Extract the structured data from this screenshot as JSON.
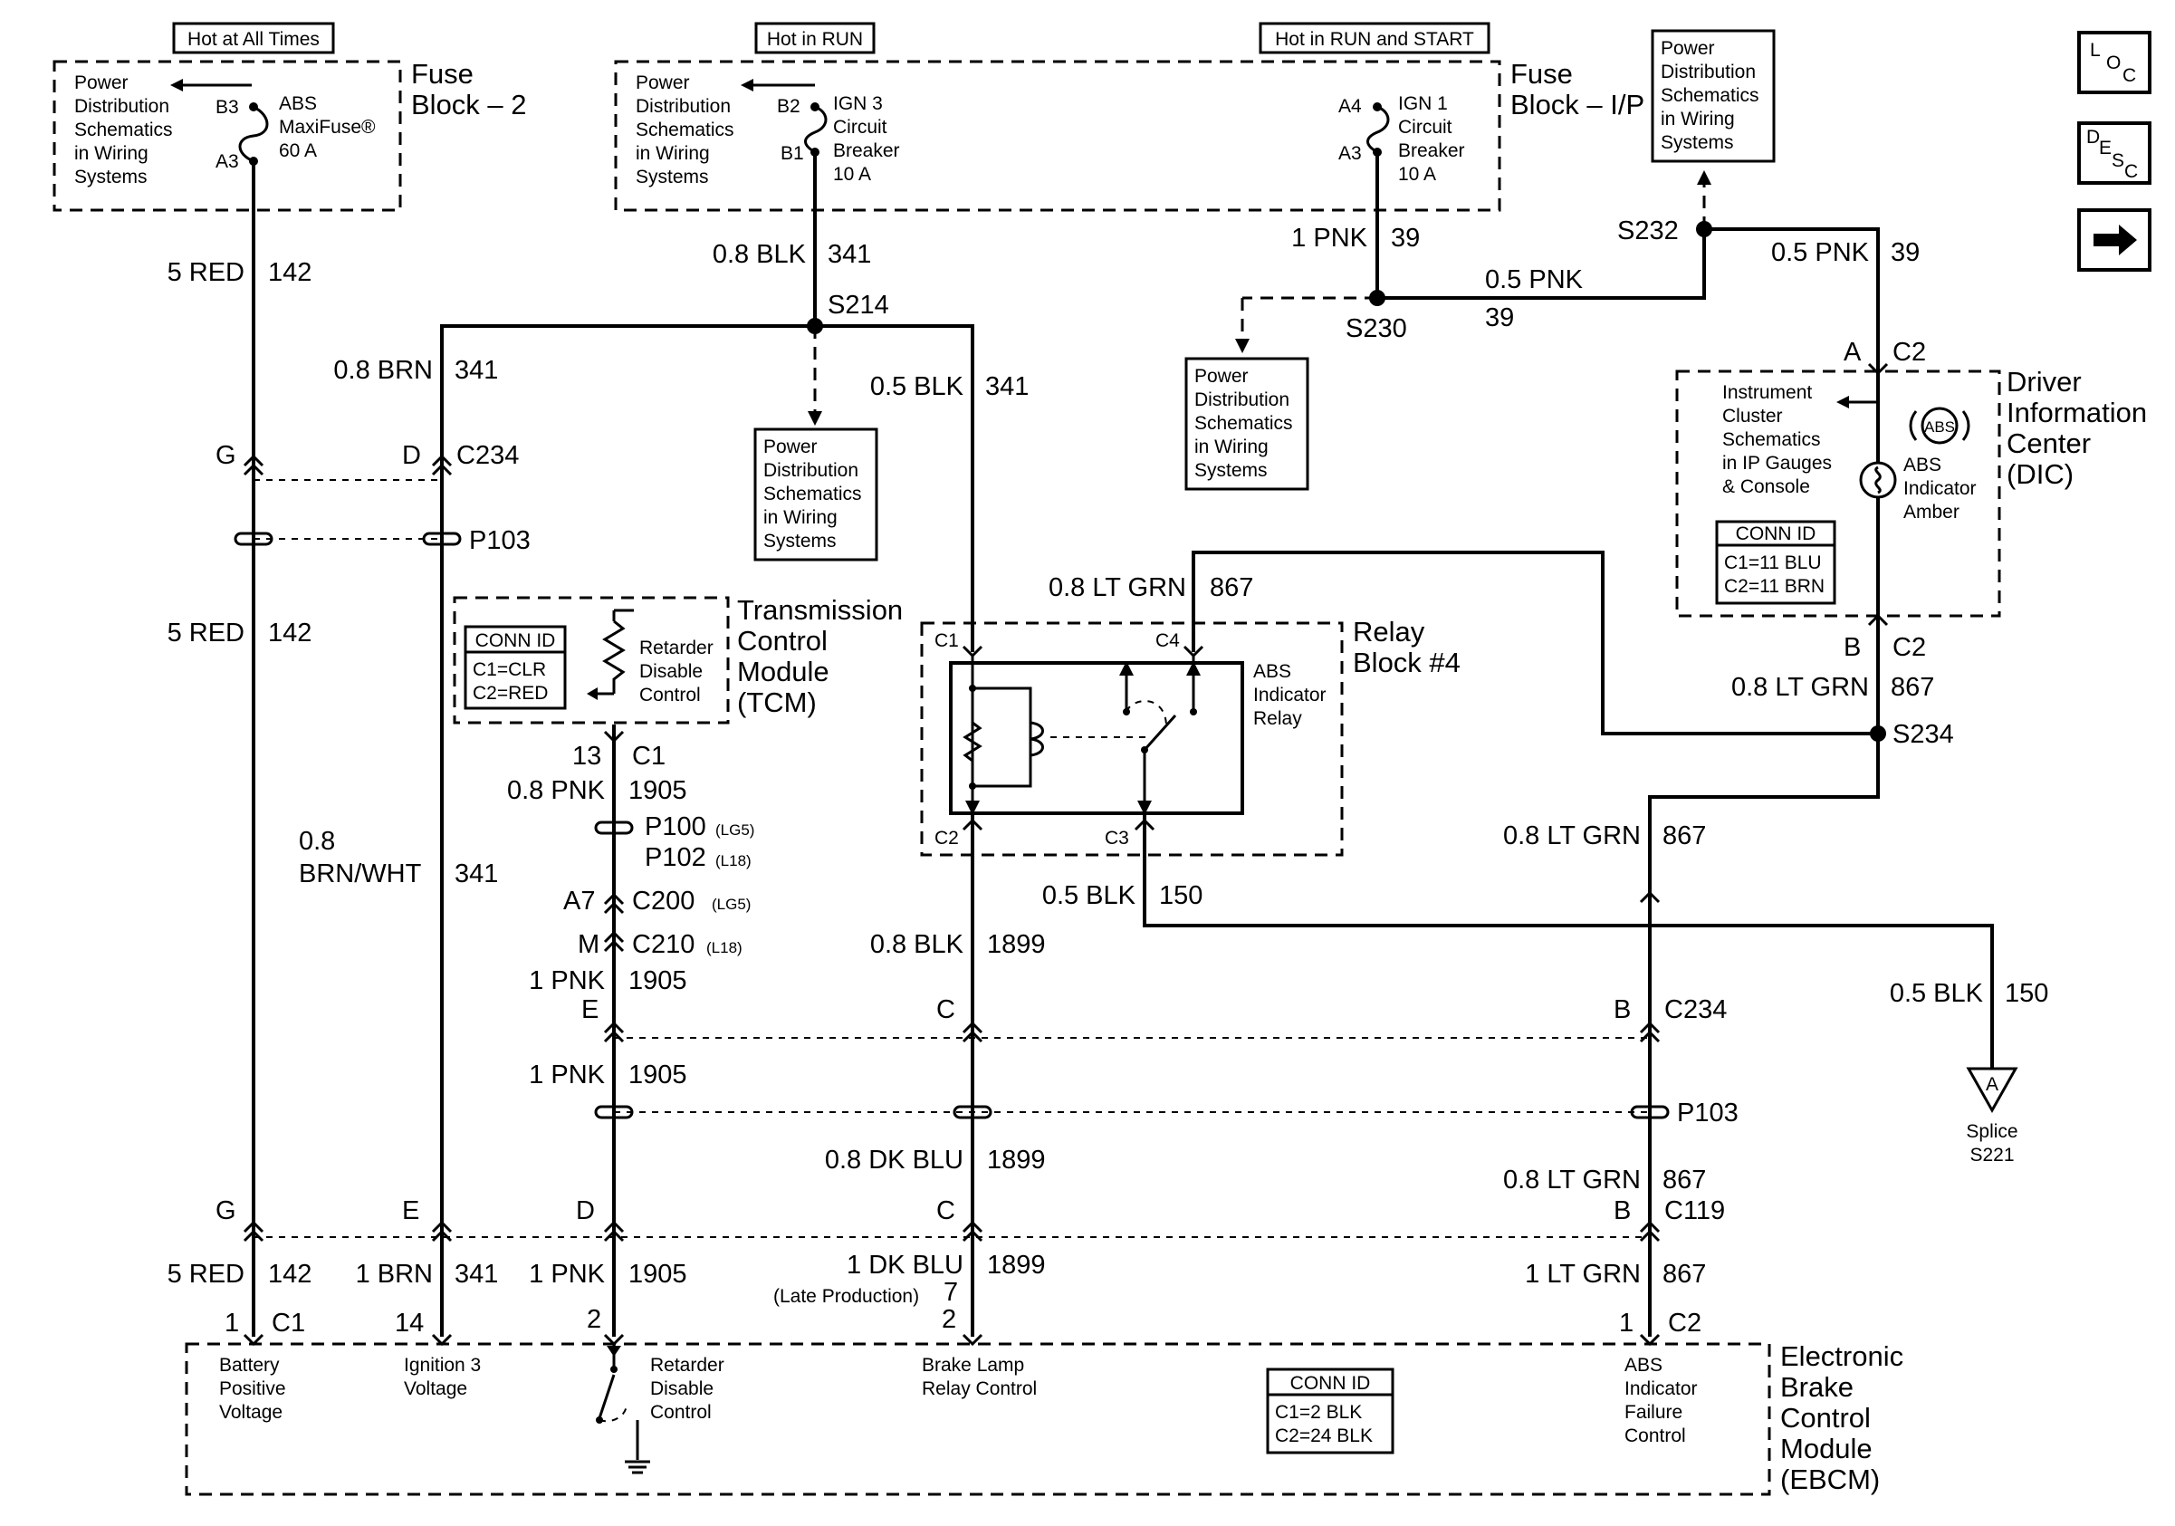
{
  "supply": {
    "hot_all_times": "Hot at All Times",
    "hot_in_run": "Hot in RUN",
    "hot_run_start": "Hot in RUN and START",
    "fuse_block_2": [
      "Fuse",
      "Block – 2"
    ],
    "fuse_block_ip": [
      "Fuse",
      "Block – I/P"
    ],
    "pds": [
      "Power",
      "Distribution",
      "Schematics",
      "in Wiring",
      "Systems"
    ],
    "abs_fuse": {
      "pin_top": "B3",
      "pin_bottom": "A3",
      "lines": [
        "ABS",
        "MaxiFuse®",
        "60 A"
      ]
    },
    "ign3": {
      "pin_top": "B2",
      "pin_bottom": "B1",
      "lines": [
        "IGN 3",
        "Circuit",
        "Breaker",
        "10 A"
      ]
    },
    "ign1": {
      "pin_top": "A4",
      "pin_bottom": "A3",
      "lines": [
        "IGN 1",
        "Circuit",
        "Breaker",
        "10 A"
      ]
    }
  },
  "wires": {
    "w142": {
      "gauge": "5 RED",
      "circuit": "142"
    },
    "w341_blk": {
      "gauge": "0.8 BLK",
      "circuit": "341"
    },
    "w341_brn": {
      "gauge": "0.8 BRN",
      "circuit": "341"
    },
    "w341_blk05": {
      "gauge": "0.5 BLK",
      "circuit": "341"
    },
    "w341_brnwht": {
      "gauge_1": "0.8",
      "gauge_2": "BRN/WHT",
      "circuit": "341"
    },
    "w39_1pnk": {
      "gauge": "1 PNK",
      "circuit": "39"
    },
    "w39_05pnk": {
      "gauge": "0.5 PNK",
      "circuit": "39"
    },
    "w39_b": {
      "circuit": "39"
    },
    "w39_right": {
      "gauge": "0.5 PNK",
      "circuit": "39"
    },
    "w867_top": {
      "gauge": "0.8 LT GRN",
      "circuit": "867"
    },
    "w867_dic": {
      "gauge": "0.8 LT GRN",
      "circuit": "867"
    },
    "w867_mid": {
      "gauge": "0.8 LT GRN",
      "circuit": "867"
    },
    "w867_low": {
      "gauge": "0.8 LT GRN",
      "circuit": "867"
    },
    "w867_bot": {
      "gauge": "1 LT GRN",
      "circuit": "867"
    },
    "w150": {
      "gauge": "0.5 BLK",
      "circuit": "150"
    },
    "w150_r": {
      "gauge": "0.5 BLK",
      "circuit": "150"
    },
    "w1905_a": {
      "gauge": "0.8 PNK",
      "circuit": "1905"
    },
    "w1905_b": {
      "gauge": "1 PNK",
      "circuit": "1905"
    },
    "w1905_c": {
      "gauge": "1 PNK",
      "circuit": "1905"
    },
    "w1905_d": {
      "gauge": "1 PNK",
      "circuit": "1905"
    },
    "w1899_a": {
      "gauge": "0.8 BLK",
      "circuit": "1899"
    },
    "w1899_b": {
      "gauge": "0.8 DK BLU",
      "circuit": "1899"
    },
    "w1899_c": {
      "gauge": "1 DK BLU",
      "circuit": "1899"
    },
    "w142_b": {
      "gauge": "5 RED",
      "circuit": "142"
    },
    "w142_c": {
      "gauge": "5 RED",
      "circuit": "142"
    },
    "w341_c": {
      "gauge": "1 BRN",
      "circuit": "341"
    }
  },
  "splices": {
    "s214": "S214",
    "s230": "S230",
    "s232": "S232",
    "s234": "S234"
  },
  "connectors": {
    "c234_top": {
      "name": "C234",
      "pin_g": "G",
      "pin_d": "D"
    },
    "p103": "P103",
    "c234_bot": {
      "name": "C234",
      "pin_e": "E",
      "pin_c": "C",
      "pin_b": "B"
    },
    "c119": {
      "name": "C119",
      "pin_g": "G",
      "pin_e": "E",
      "pin_d": "D",
      "pin_c": "C",
      "pin_b": "B"
    },
    "tcm_c1": {
      "pin": "13",
      "name": "C1"
    },
    "p100": "P100",
    "p100_opt": "(LG5)",
    "p102": "P102",
    "p102_opt": "(L18)",
    "c200": {
      "pin": "A7",
      "name": "C200",
      "opt": "(LG5)"
    },
    "c210": {
      "pin": "M",
      "name": "C210",
      "opt": "(L18)"
    },
    "dic_a": {
      "pin": "A",
      "name": "C2"
    },
    "dic_b": {
      "pin": "B",
      "name": "C2"
    },
    "relay_c1": "C1",
    "relay_c2": "C2",
    "relay_c3": "C3",
    "relay_c4": "C4",
    "ebcm_c1": {
      "pin": "1",
      "name": "C1"
    },
    "ebcm_14": "14",
    "ebcm_2": "2",
    "ebcm_7": "7",
    "ebcm_late": "(Late Production)",
    "ebcm_2b": "2",
    "ebcm_c2": {
      "pin": "1",
      "name": "C2"
    }
  },
  "tcm": {
    "title": [
      "Transmission",
      "Control",
      "Module",
      "(TCM)"
    ],
    "conn_id": "CONN ID",
    "conn": [
      "C1=CLR",
      "C2=RED"
    ],
    "component": [
      "Retarder",
      "Disable",
      "Control"
    ]
  },
  "relay": {
    "title": [
      "Relay",
      "Block #4"
    ],
    "component": [
      "ABS",
      "Indicator",
      "Relay"
    ]
  },
  "dic": {
    "title": [
      "Driver",
      "Information",
      "Center",
      "(DIC)"
    ],
    "ref": [
      "Instrument",
      "Cluster",
      "Schematics",
      "in IP Gauges",
      "& Console"
    ],
    "badge": "ABS",
    "lamp": [
      "ABS",
      "Indicator",
      "Amber"
    ],
    "conn_id": "CONN ID",
    "conn": [
      "C1=11 BLU",
      "C2=11 BRN"
    ]
  },
  "splice_ref": {
    "letter": "A",
    "lines": [
      "Splice",
      "S221"
    ]
  },
  "ebcm": {
    "title": [
      "Electronic",
      "Brake",
      "Control",
      "Module",
      "(EBCM)"
    ],
    "battery": [
      "Battery",
      "Positive",
      "Voltage"
    ],
    "ignition": [
      "Ignition 3",
      "Voltage"
    ],
    "retarder": [
      "Retarder",
      "Disable",
      "Control"
    ],
    "brake_lamp": [
      "Brake Lamp",
      "Relay Control"
    ],
    "abs_fail": [
      "ABS",
      "Indicator",
      "Failure",
      "Control"
    ],
    "conn_id": "CONN ID",
    "conn": [
      "C1=2 BLK",
      "C2=24 BLK"
    ]
  },
  "nav": {
    "loc": [
      "L",
      "O",
      "C"
    ],
    "desc": [
      "D",
      "E",
      "S",
      "C"
    ],
    "next_icon": "arrow-right-icon"
  }
}
